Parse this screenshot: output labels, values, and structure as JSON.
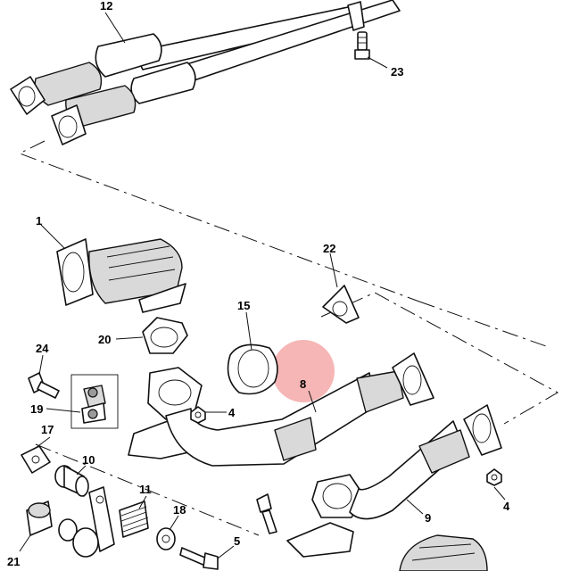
{
  "callouts": [
    {
      "id": "12",
      "label": "12"
    },
    {
      "id": "23",
      "label": "23"
    },
    {
      "id": "1",
      "label": "1"
    },
    {
      "id": "22",
      "label": "22"
    },
    {
      "id": "15",
      "label": "15"
    },
    {
      "id": "20",
      "label": "20"
    },
    {
      "id": "24",
      "label": "24"
    },
    {
      "id": "8",
      "label": "8"
    },
    {
      "id": "19",
      "label": "19"
    },
    {
      "id": "4a",
      "label": "4"
    },
    {
      "id": "17",
      "label": "17"
    },
    {
      "id": "10",
      "label": "10"
    },
    {
      "id": "11",
      "label": "11"
    },
    {
      "id": "18",
      "label": "18"
    },
    {
      "id": "9",
      "label": "9"
    },
    {
      "id": "4b",
      "label": "4"
    },
    {
      "id": "5",
      "label": "5"
    },
    {
      "id": "21",
      "label": "21"
    }
  ],
  "highlight": {
    "color": "#f4a9a8",
    "target": "8"
  }
}
